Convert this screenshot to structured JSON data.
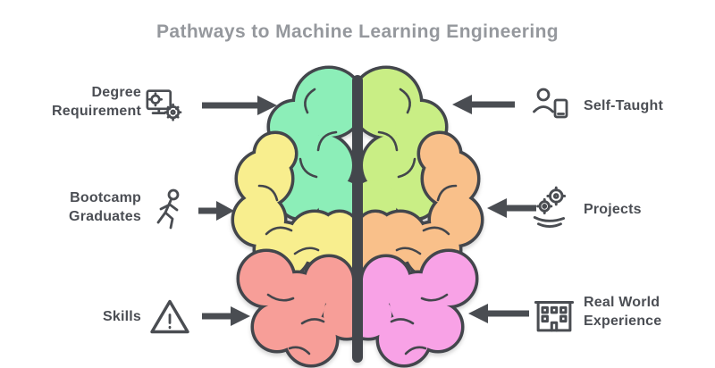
{
  "title": "Pathways to Machine Learning Engineering",
  "left_items": [
    {
      "line1": "Degree",
      "line2": "Requirement",
      "icon": "monitor-gears-icon"
    },
    {
      "line1": "Bootcamp",
      "line2": "Graduates",
      "icon": "running-person-icon"
    },
    {
      "line1": "Skills",
      "line2": "",
      "icon": "triangle-icon"
    }
  ],
  "right_items": [
    {
      "line1": "Self-Taught",
      "line2": "",
      "icon": "person-device-icon"
    },
    {
      "line1": "Projects",
      "line2": "",
      "icon": "gears-swoosh-icon"
    },
    {
      "line1": "Real World",
      "line2": "Experience",
      "icon": "building-windows-icon"
    }
  ],
  "colors": {
    "mint": "#8CEEB8",
    "lime": "#C9EE85",
    "yellow": "#F8EE8E",
    "orange": "#F9C08A",
    "salmon": "#F79E98",
    "pink": "#F8A2E6",
    "outline": "#43464C",
    "arrow": "#4A4D52",
    "label_text": "#4B4E54",
    "title_text": "#95989D",
    "background": "#FFFFFF"
  }
}
